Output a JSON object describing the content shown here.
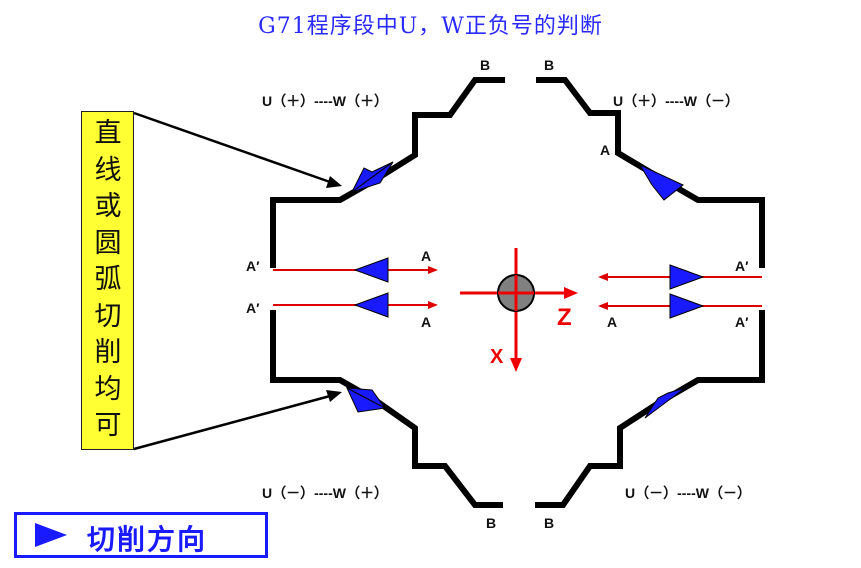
{
  "title": "G71程序段中U，W正负号的判断",
  "note_text": "直线或圆弧切削均可",
  "legend_label": "切削方向",
  "quadrant_labels": {
    "top_left": "U（＋）----W（＋）",
    "top_right": "U（＋）----W（－）",
    "bottom_left": "U（－）----W（＋）",
    "bottom_right": "U（－）----W（－）"
  },
  "point_labels": {
    "b": "B",
    "a": "A",
    "a_prime": "A′"
  },
  "axis_labels": {
    "z": "Z",
    "x": "X"
  },
  "colors": {
    "title": "#2a2aff",
    "arrow_fill": "#1a1aff",
    "red_line": "#dd0000",
    "note_bg": "#ffff33",
    "path_stroke": "#000000"
  },
  "icons": {
    "legend_marker": "right-triangle-icon",
    "center_marker": "workpiece-origin-circle-icon"
  }
}
